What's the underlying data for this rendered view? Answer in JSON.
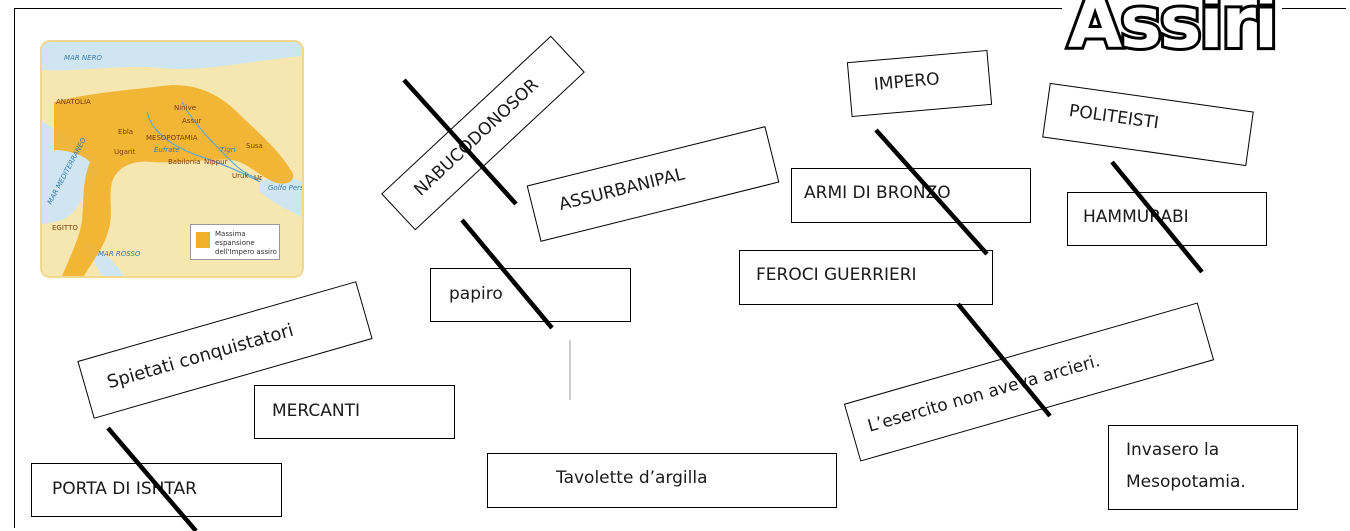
{
  "title": "Assiri",
  "map": {
    "seas": [
      "MAR NERO",
      "MAR MEDITERRANEO",
      "MAR ROSSO",
      "Golfo Persico"
    ],
    "regions": [
      "ANATOLIA",
      "MESOPOTAMIA",
      "EGITTO"
    ],
    "cities": [
      "Ninive",
      "Assur",
      "Ebla",
      "Ugarit",
      "Babilonia",
      "Nippur",
      "Susa",
      "Uruk",
      "Ur"
    ],
    "rivers": [
      "Eufrate",
      "Tigri"
    ],
    "legend": "Massima espansione dell'Impero assiro",
    "colors": {
      "empire": "#f2b02a",
      "land": "#f6e7b0",
      "sea": "#cfe6f2"
    }
  },
  "cards": {
    "nabucodonosor": "NABUCODONOSOR",
    "impero": "IMPERO",
    "politeisti": "POLITEISTI",
    "assurbanipal": "ASSURBANIPAL",
    "armi": "ARMI DI BRONZO",
    "hammurabi": "HAMMURABI",
    "papiro": "papiro",
    "feroci": "FEROCI GUERRIERI",
    "spietati": "Spietati conquistatori",
    "esercito": "L’esercito non aveva arcieri.",
    "mercanti": "MERCANTI",
    "porta": "PORTA DI ISHTAR",
    "tavolette": "Tavolette d’argilla",
    "invasero_line1": "Invasero la",
    "invasero_line2": "Mesopotamia."
  }
}
